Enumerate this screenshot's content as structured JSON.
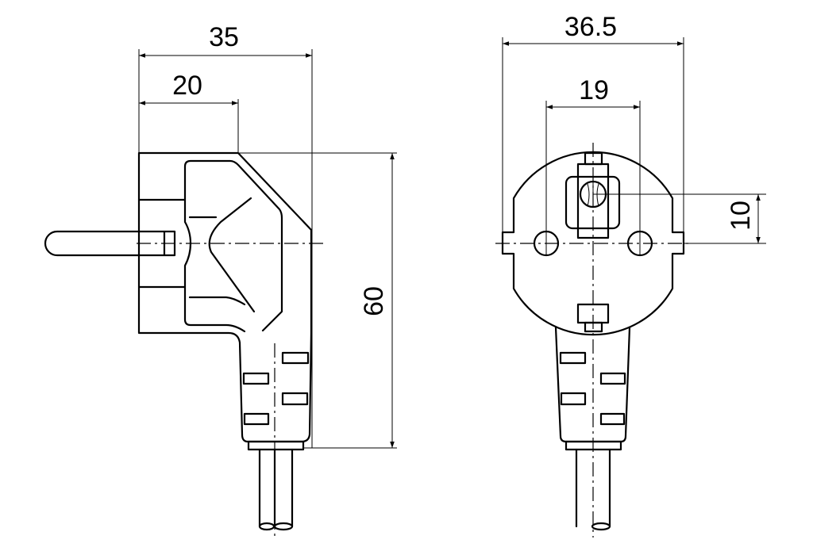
{
  "title": "Angled Schuko plug dimension drawing",
  "side_view": {
    "dimensions": {
      "overall_depth": "35",
      "face_depth": "20",
      "height": "60"
    }
  },
  "front_view": {
    "dimensions": {
      "overall_width": "36.5",
      "pin_spacing": "19",
      "earth_offset": "10"
    }
  },
  "colors": {
    "line": "#000000",
    "background": "#ffffff"
  }
}
